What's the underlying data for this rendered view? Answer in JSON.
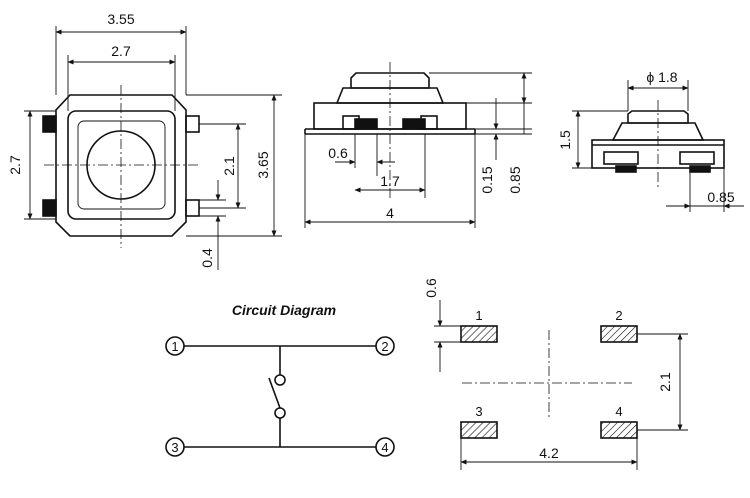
{
  "top_view": {
    "dim_overall_width": "3.55",
    "dim_inner_width": "2.7",
    "dim_left_height": "2.7",
    "dim_terminal_pitch": "2.1",
    "dim_overall_height": "3.65",
    "dim_terminal": "0.4"
  },
  "side_view": {
    "dim_terminal_width": "0.6",
    "dim_gap": "1.7",
    "dim_length": "4",
    "dim_base": "0.15",
    "dim_height": "0.85"
  },
  "end_view": {
    "dim_plunger": "ϕ 1.8",
    "dim_total_height": "1.5",
    "dim_body": "0.85"
  },
  "circuit": {
    "title": "Circuit Diagram",
    "pins": [
      "1",
      "2",
      "3",
      "4"
    ]
  },
  "pcb_layout": {
    "dim_pad": "0.6",
    "dim_pitch_v": "2.1",
    "dim_pitch_h": "4.2",
    "pads": [
      "1",
      "2",
      "3",
      "4"
    ]
  }
}
